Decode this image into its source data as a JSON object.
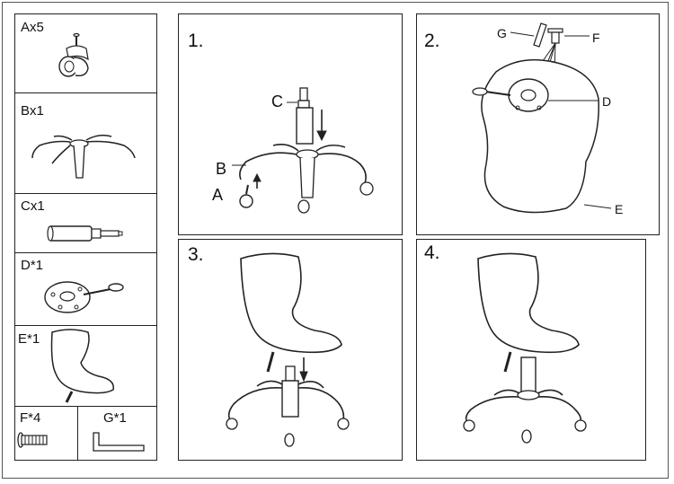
{
  "parts": [
    {
      "id": "A",
      "label": "Ax5",
      "icon": "caster-wheel-icon"
    },
    {
      "id": "B",
      "label": "Bx1",
      "icon": "star-base-icon"
    },
    {
      "id": "C",
      "label": "Cx1",
      "icon": "gas-lift-icon"
    },
    {
      "id": "D",
      "label": "D*1",
      "icon": "seat-mechanism-icon"
    },
    {
      "id": "E",
      "label": "E*1",
      "icon": "seat-shell-icon"
    },
    {
      "id": "F",
      "label": "F*4",
      "icon": "bolt-icon"
    },
    {
      "id": "G",
      "label": "G*1",
      "icon": "allen-key-icon"
    }
  ],
  "steps": [
    {
      "number": "1.",
      "callouts": {
        "c": "C",
        "b": "B",
        "a": "A"
      }
    },
    {
      "number": "2.",
      "callouts": {
        "g": "G",
        "f": "F",
        "d": "D",
        "e": "E"
      }
    },
    {
      "number": "3."
    },
    {
      "number": "4."
    }
  ]
}
